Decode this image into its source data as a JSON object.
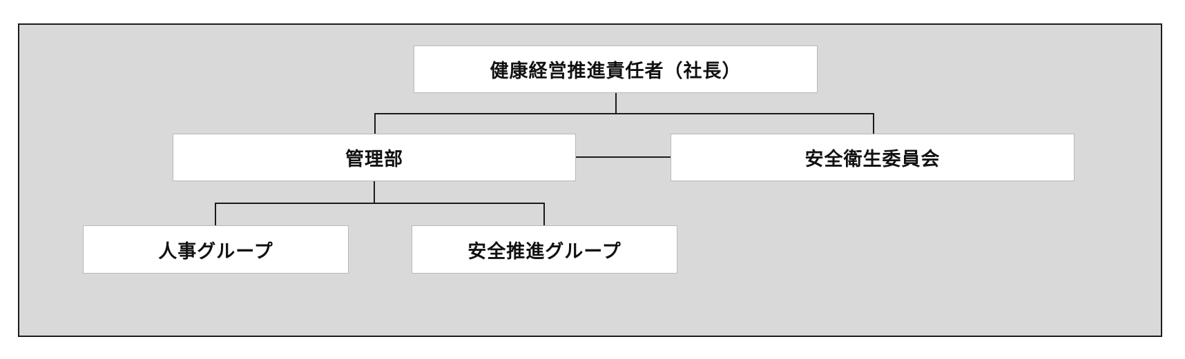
{
  "org_chart": {
    "top": {
      "label": "健康経営推進責任者（社長）"
    },
    "management": {
      "label": "管理部"
    },
    "committee": {
      "label": "安全衛生委員会"
    },
    "hr_group": {
      "label": "人事グループ"
    },
    "safety_group": {
      "label": "安全推進グループ"
    }
  }
}
